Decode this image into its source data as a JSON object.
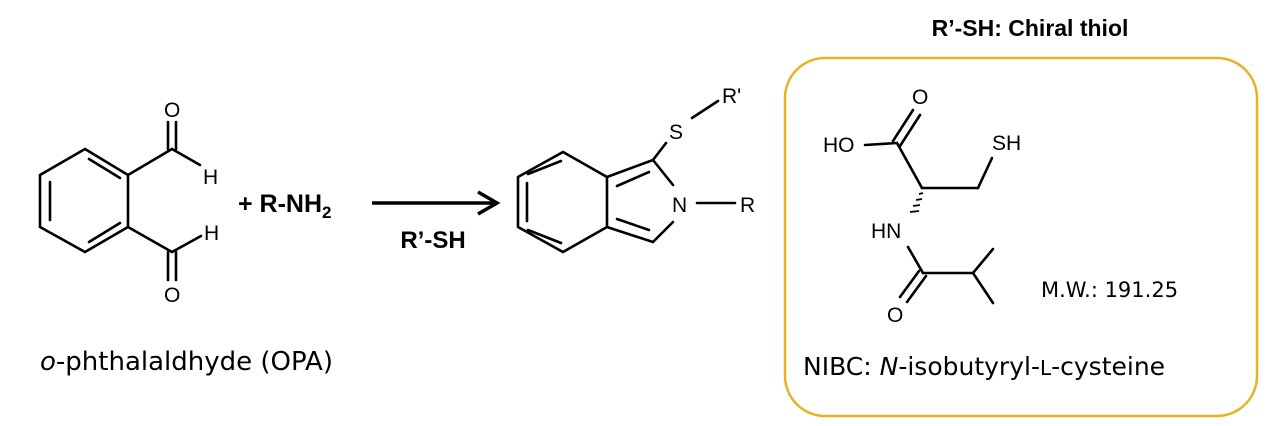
{
  "reactant": {
    "name_prefix": "o",
    "name_rest": "-phthalaldhyde (OPA)",
    "atoms": {
      "O": "O",
      "H": "H"
    }
  },
  "reagent": {
    "plus": "+ R-NH",
    "subscript": "2"
  },
  "arrow": {
    "condition": "R’-SH"
  },
  "product": {
    "S": "S",
    "R_prime": "R'",
    "N": "N",
    "R": "R"
  },
  "thiol_box": {
    "title": "R’-SH: Chiral thiol",
    "border_color": "#E5B323",
    "atoms": {
      "HO": "HO",
      "O": "O",
      "SH": "SH",
      "HN": "HN"
    },
    "mw": "M.W.: 191.25",
    "name_abbrev": "NIBC: ",
    "name_italic": "N",
    "name_mid": "-isobutyryl-",
    "name_smallcaps": "L",
    "name_end": "-cysteine"
  }
}
